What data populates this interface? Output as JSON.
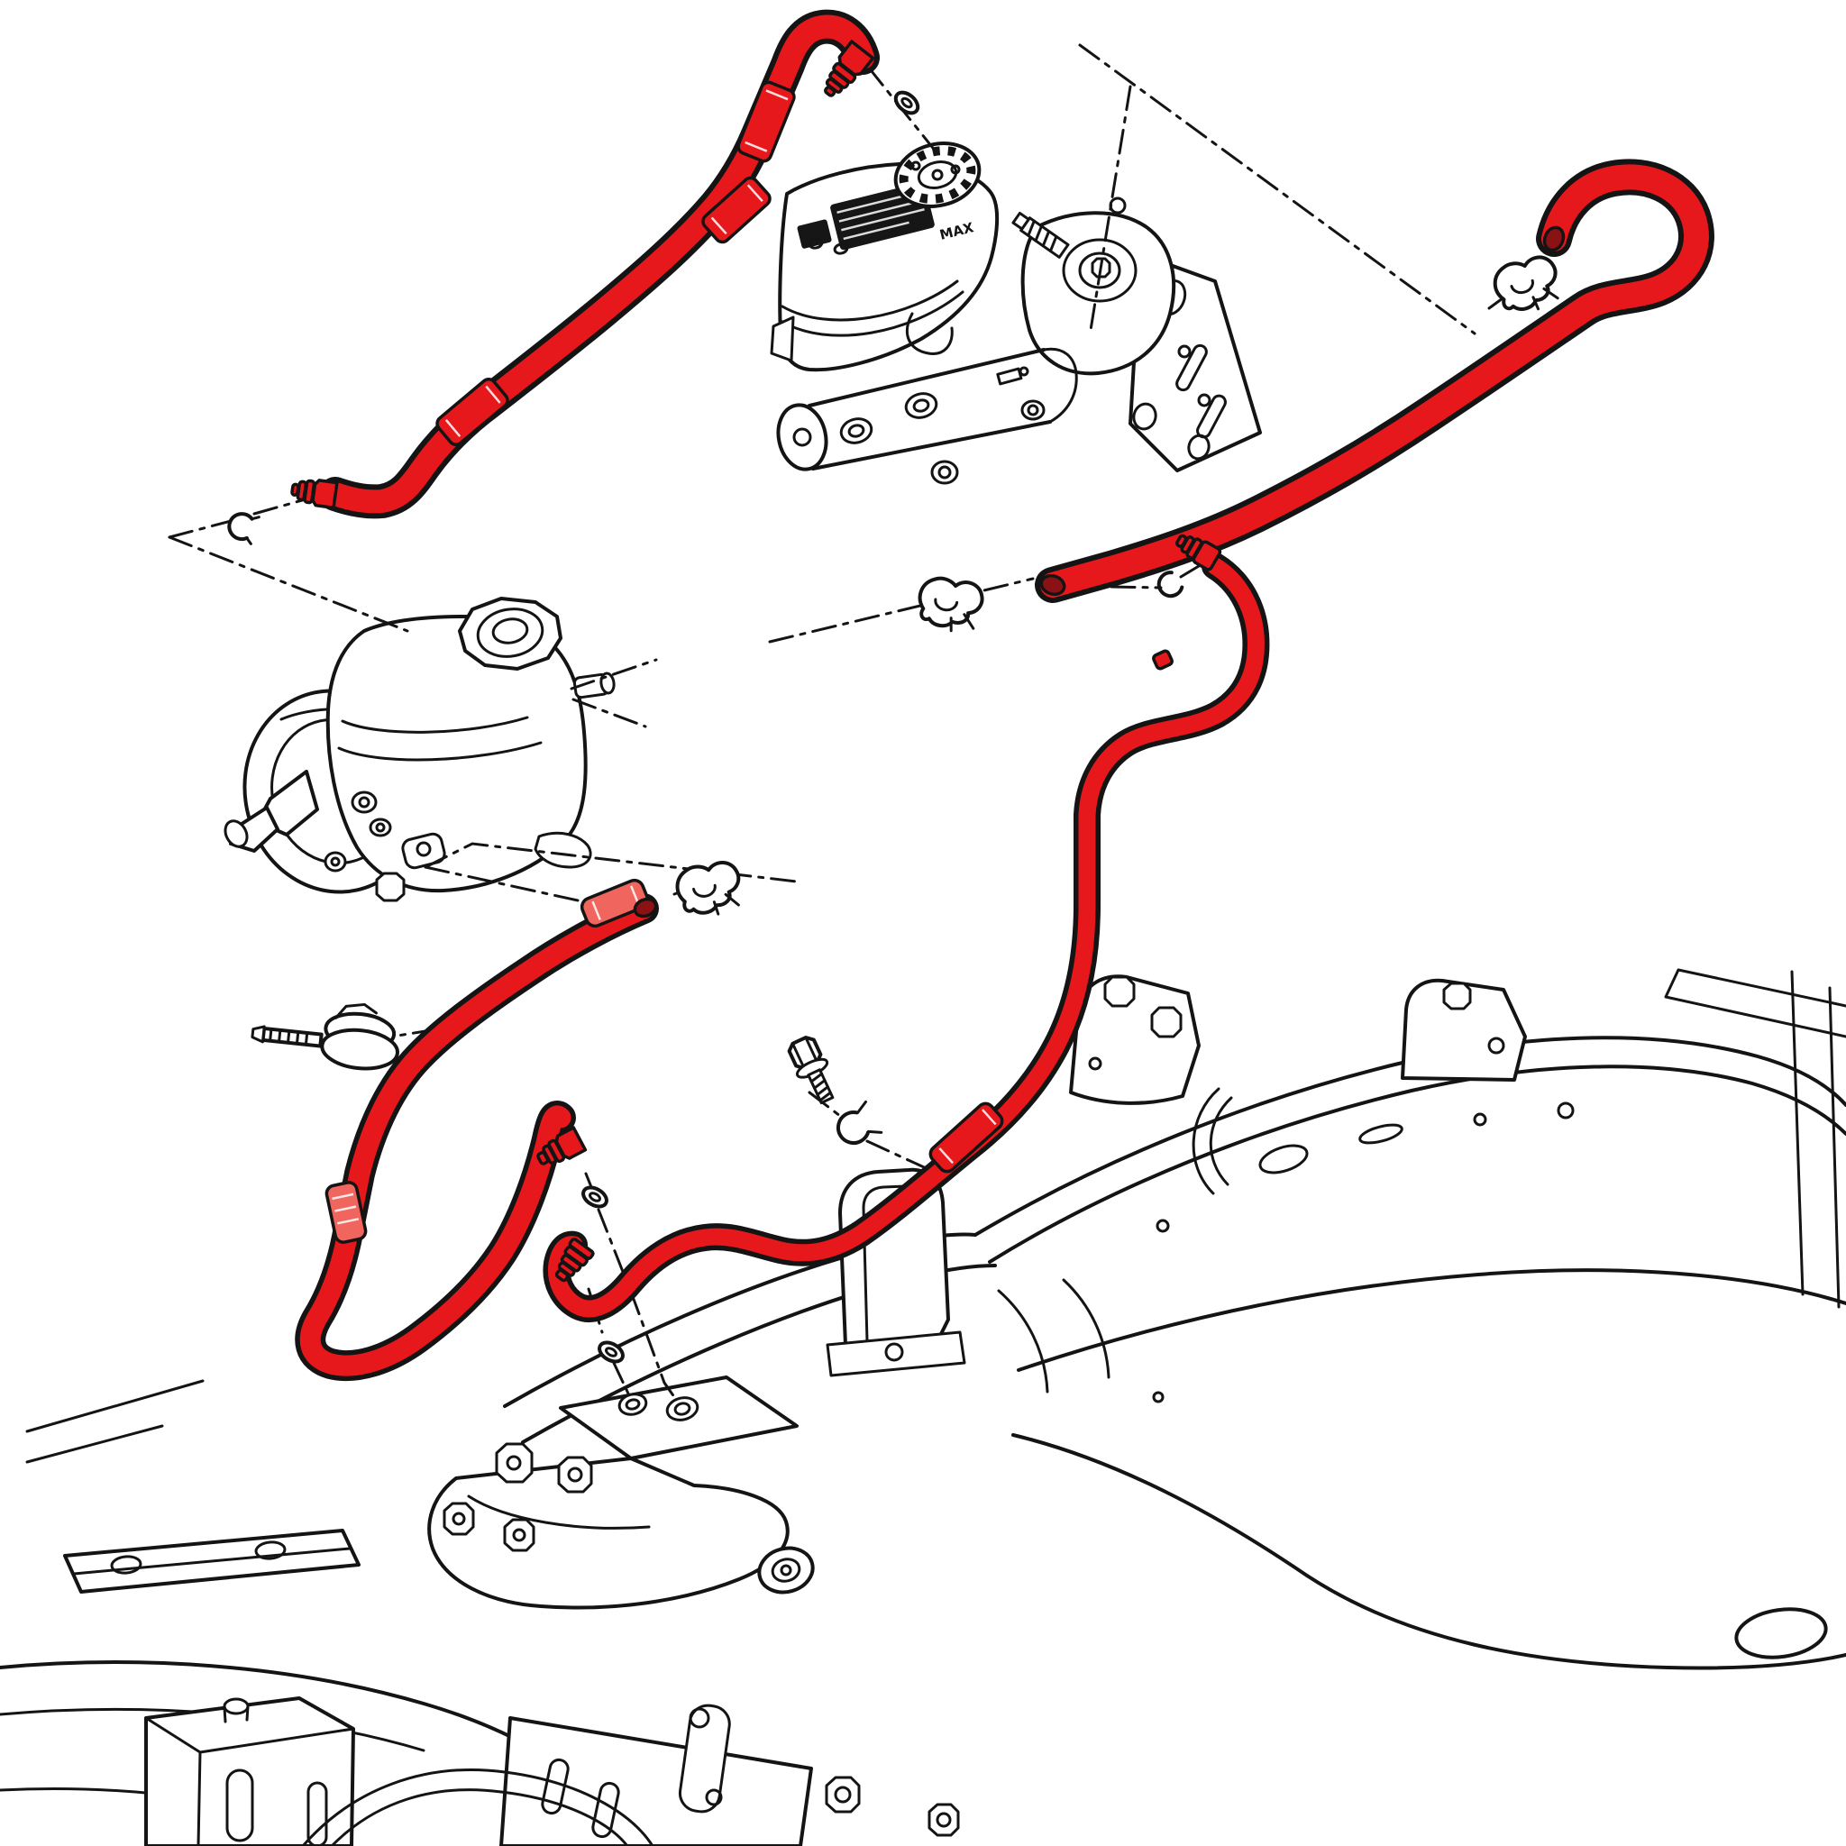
{
  "title": "Power steering hose routing - exploded parts line diagram",
  "colors": {
    "background": "#ffffff",
    "line": "#141414",
    "hose_highlight": "#e7181c",
    "hose_highlight_light": "#f0665f",
    "hose_bore": "#8a1114",
    "label_patch": "#161616"
  },
  "labels": {
    "reservoir_max": "MAX"
  },
  "parts": [
    {
      "name": "pump-to-booster-pressure-hose",
      "highlighted": true
    },
    {
      "name": "booster-return-hook-hose",
      "highlighted": true
    },
    {
      "name": "booster-to-gear-pressure-pipe",
      "highlighted": true
    },
    {
      "name": "gear-to-reservoir-return-hose",
      "highlighted": true
    },
    {
      "name": "brake-fluid-reservoir",
      "highlighted": false
    },
    {
      "name": "brake-fluid-reservoir-cap",
      "highlighted": false
    },
    {
      "name": "brake-master-cylinder",
      "highlighted": false
    },
    {
      "name": "hydroboost-unit",
      "highlighted": false
    },
    {
      "name": "booster-mounting-plate",
      "highlighted": false
    },
    {
      "name": "power-steering-pump",
      "highlighted": false
    },
    {
      "name": "pump-reservoir-cap",
      "highlighted": false
    },
    {
      "name": "sealing-washer",
      "highlighted": false
    },
    {
      "name": "e-clip",
      "highlighted": false
    },
    {
      "name": "hose-retaining-clip",
      "highlighted": false
    },
    {
      "name": "screw-type-hose-clamp",
      "highlighted": false
    },
    {
      "name": "flange-bolt",
      "highlighted": false
    },
    {
      "name": "steering-gear",
      "highlighted": false
    },
    {
      "name": "steering-gear-ports",
      "highlighted": false
    },
    {
      "name": "frame-crossmember",
      "highlighted": false
    },
    {
      "name": "frame-rail",
      "highlighted": false
    },
    {
      "name": "tow-hook-bracket",
      "highlighted": false
    }
  ]
}
